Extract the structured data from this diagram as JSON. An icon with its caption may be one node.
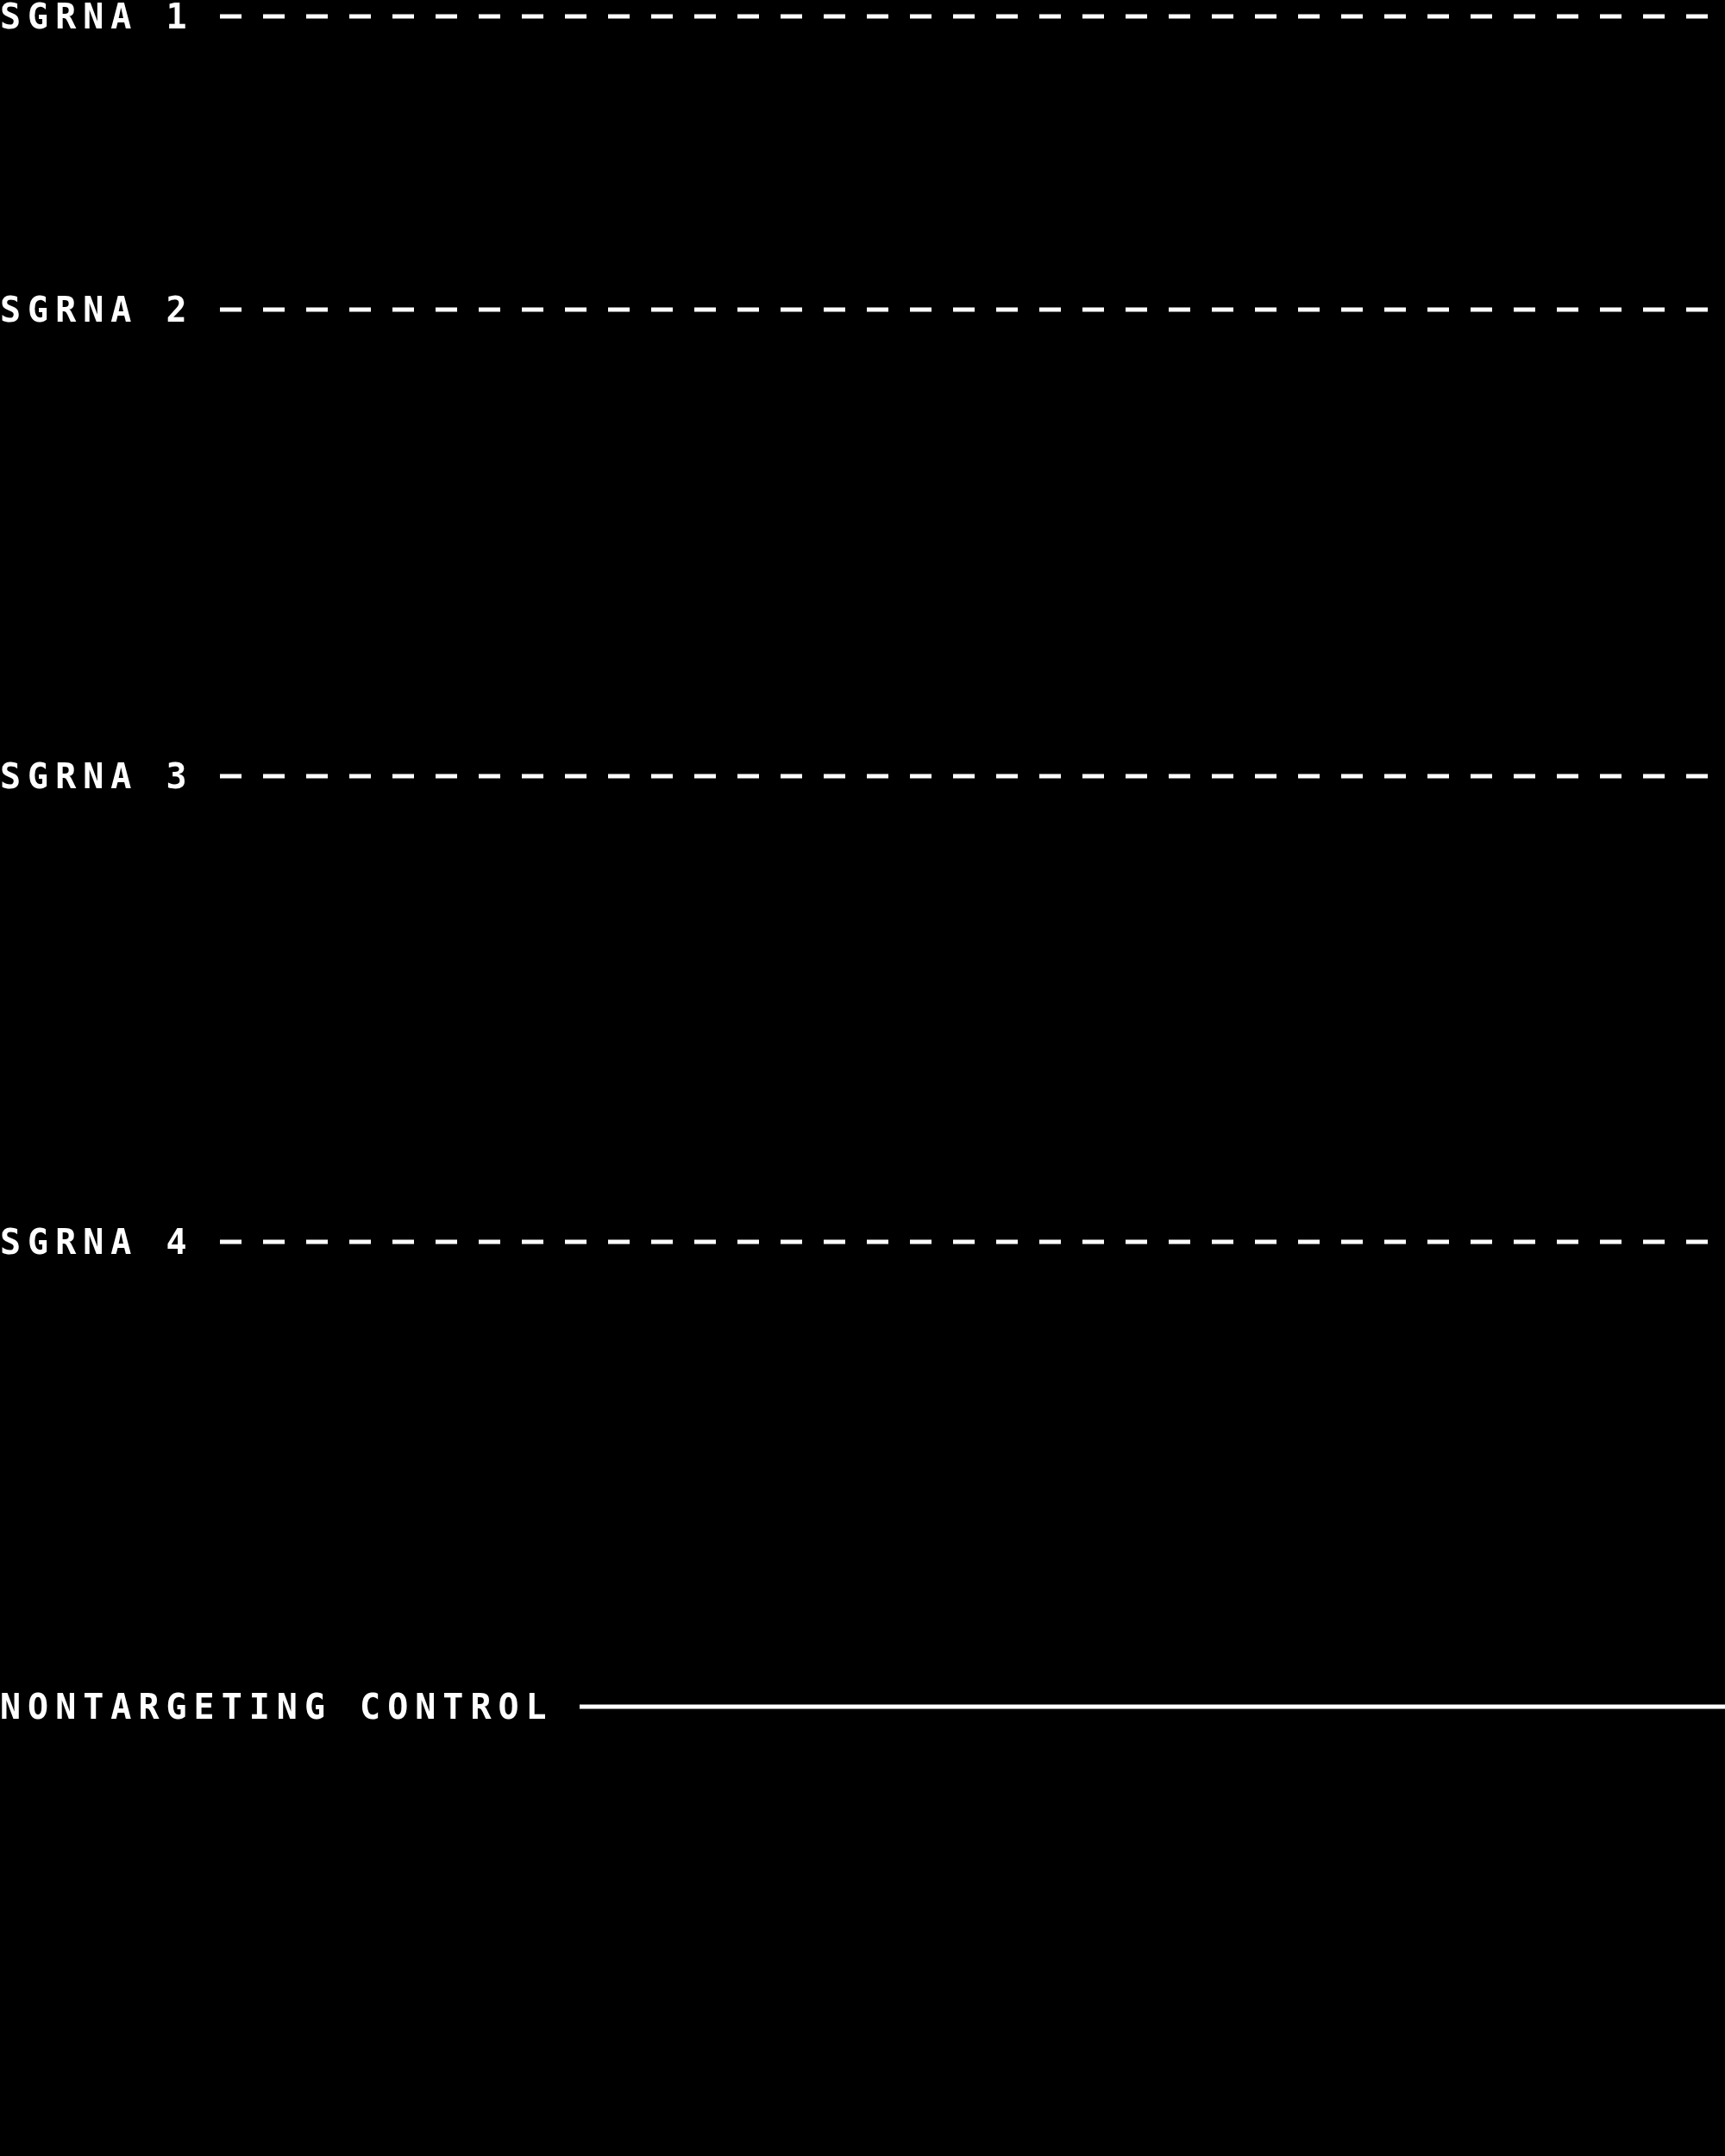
{
  "diagram": {
    "legend": [
      {
        "text": "SGRNA 1"
      },
      {
        "text": "SGRNA 2"
      },
      {
        "text": "SGRNA 3"
      },
      {
        "text": "SGRNA 4"
      },
      {
        "text": "NONTARGETING CONTROL"
      }
    ]
  }
}
